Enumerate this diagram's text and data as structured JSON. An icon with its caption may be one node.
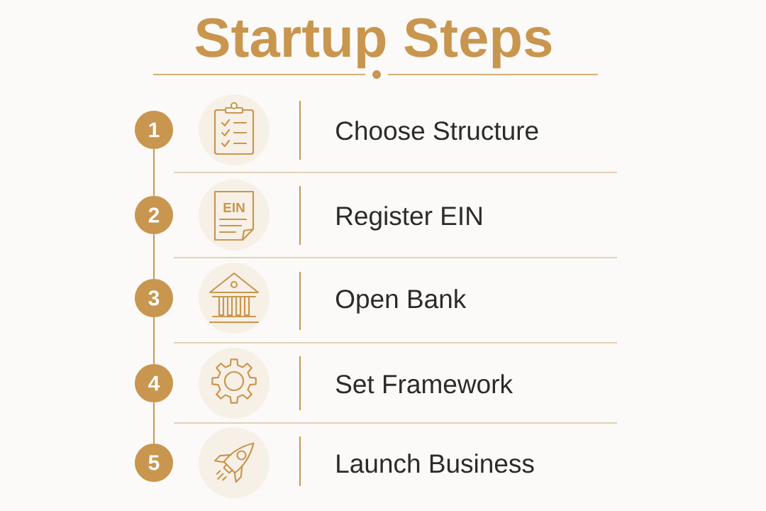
{
  "diagram": {
    "title": "Startup Steps",
    "nodes": [
      {
        "text": [
          "1"
        ]
      },
      {
        "text": [
          "2"
        ]
      },
      {
        "text": [
          "3"
        ]
      },
      {
        "text": [
          "4"
        ]
      },
      {
        "text": [
          "5"
        ]
      }
    ],
    "edges": [
      {
        "from": 0,
        "to": 1,
        "arrow": "none"
      },
      {
        "from": 1,
        "to": 2,
        "arrow": "none"
      },
      {
        "from": 2,
        "to": 3,
        "arrow": "none"
      },
      {
        "from": 3,
        "to": 4,
        "arrow": "none"
      }
    ],
    "labels": [
      "Choose Structure",
      "EIN",
      "Register EIN",
      "Open Bank",
      "Set Framework",
      "Launch Business"
    ]
  }
}
